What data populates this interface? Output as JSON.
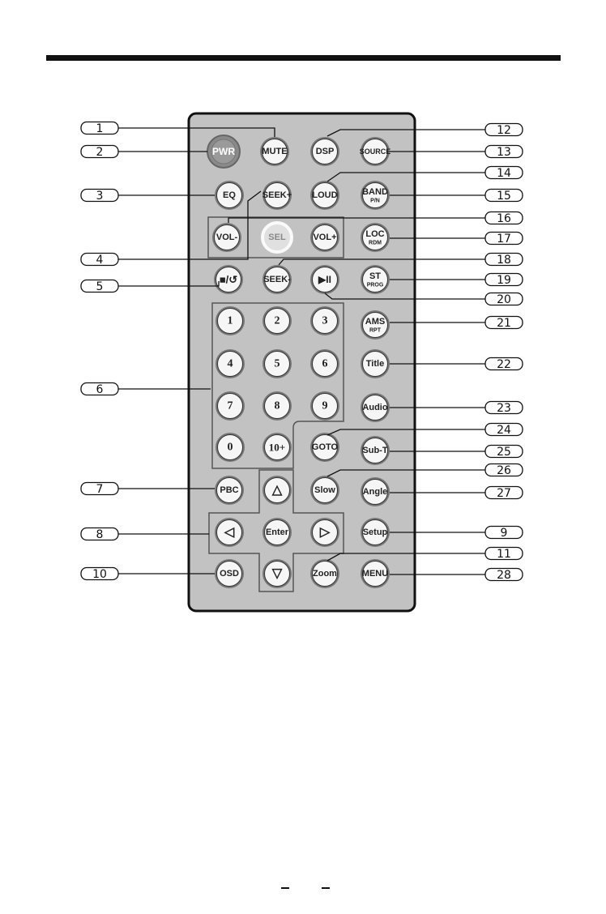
{
  "colors": {
    "body_fill": "#c2c2c2",
    "body_stroke": "#111111",
    "button_fill": "#f6f6f6",
    "button_ring": "#777777",
    "pwr_fill": "#9a9a9a",
    "line": "#111111"
  },
  "buttons": {
    "pwr": "PWR",
    "mute": "MUTE",
    "dsp": "DSP",
    "source": "SOURCE",
    "eq": "EQ",
    "seek_plus": "SEEK+",
    "loud": "LOUD",
    "band": "BAND",
    "band_sub": "P/N",
    "vol_minus": "VOL-",
    "sel": "SEL",
    "vol_plus": "VOL+",
    "loc": "LOC",
    "loc_sub": "RDM",
    "stop_return": "■/↺",
    "seek_minus": "SEEK-",
    "play_pause": "▶II",
    "st": "ST",
    "st_sub": "PROG",
    "num1": "1",
    "num2": "2",
    "num3": "3",
    "ams": "AMS",
    "ams_sub": "RPT",
    "num4": "4",
    "num5": "5",
    "num6": "6",
    "title": "Title",
    "num7": "7",
    "num8": "8",
    "num9": "9",
    "audio": "Audio",
    "num0": "0",
    "num10plus": "10+",
    "goto": "GOTO",
    "subt": "Sub-T",
    "pbc": "PBC",
    "up": "△",
    "slow": "Slow",
    "angle": "Angle",
    "left": "◁",
    "enter": "Enter",
    "right": "▷",
    "setup": "Setup",
    "osd": "OSD",
    "down": "▽",
    "zoom": "Zoom",
    "menu": "MENU"
  },
  "callouts": {
    "c1": "1",
    "c2": "2",
    "c3": "3",
    "c4": "4",
    "c5": "5",
    "c6": "6",
    "c7": "7",
    "c8": "8",
    "c10": "10",
    "c12": "12",
    "c13": "13",
    "c14": "14",
    "c15": "15",
    "c16": "16",
    "c17": "17",
    "c18": "18",
    "c19": "19",
    "c20": "20",
    "c21": "21",
    "c22": "22",
    "c23": "23",
    "c24": "24",
    "c25": "25",
    "c26": "26",
    "c27": "27",
    "c9": "9",
    "c11": "11",
    "c28": "28"
  },
  "footer": {
    "dash_left": "–",
    "dash_right": "–"
  }
}
